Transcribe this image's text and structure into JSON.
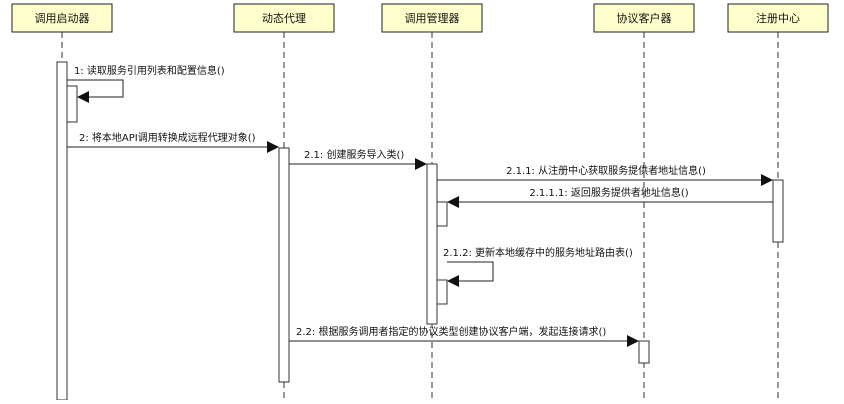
{
  "participants": [
    {
      "id": "launcher",
      "label": "调用启动器"
    },
    {
      "id": "proxy",
      "label": "动态代理"
    },
    {
      "id": "manager",
      "label": "调用管理器"
    },
    {
      "id": "client",
      "label": "协议客户器"
    },
    {
      "id": "registry",
      "label": "注册中心"
    }
  ],
  "messages": [
    {
      "from": "launcher",
      "to": "launcher",
      "label": "1: 读取服务引用列表和配置信息()",
      "self": true
    },
    {
      "from": "launcher",
      "to": "proxy",
      "label": "2: 将本地API调用转换成远程代理对象()"
    },
    {
      "from": "proxy",
      "to": "manager",
      "label": "2.1: 创建服务导入类()"
    },
    {
      "from": "manager",
      "to": "registry",
      "label": "2.1.1: 从注册中心获取服务提供者地址信息()"
    },
    {
      "from": "registry",
      "to": "manager",
      "label": "2.1.1.1: 返回服务提供者地址信息()"
    },
    {
      "from": "manager",
      "to": "manager",
      "label": "2.1.2: 更新本地缓存中的服务地址路由表()",
      "self": true
    },
    {
      "from": "proxy",
      "to": "client",
      "label": "2.2: 根据服务调用者指定的协议类型创建协议客户端，发起连接请求()"
    }
  ]
}
